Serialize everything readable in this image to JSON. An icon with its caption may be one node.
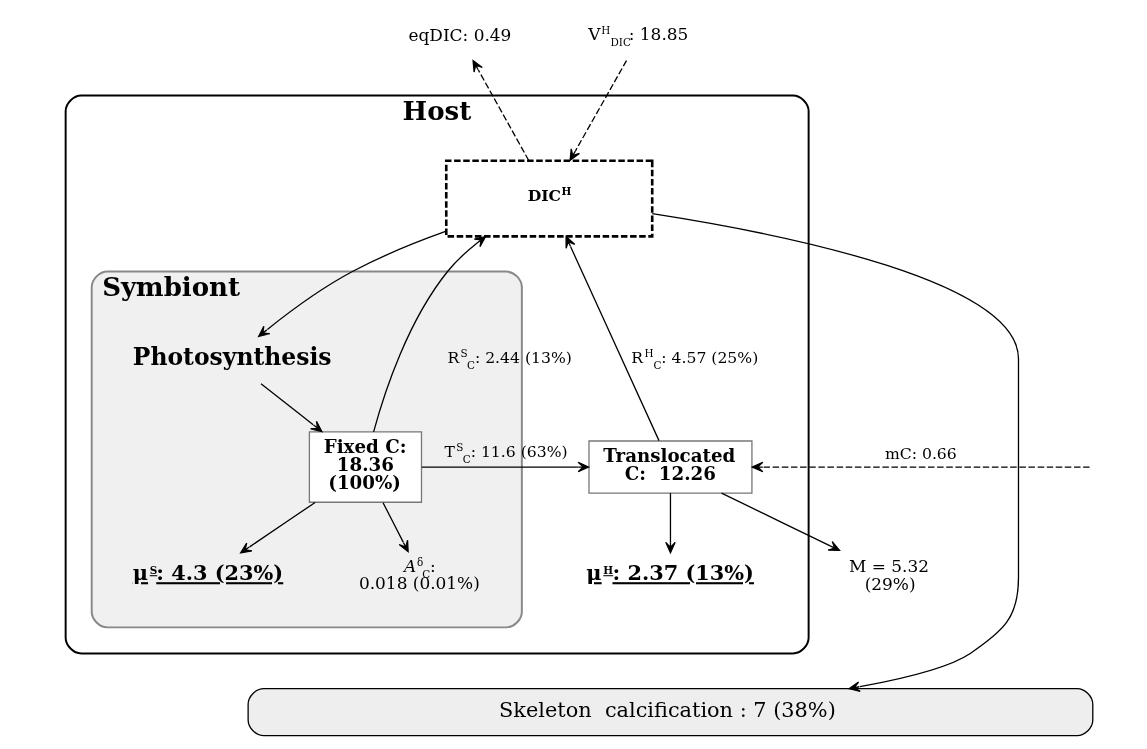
{
  "diagram": {
    "nodes": [
      {
        "text": [
          "Host"
        ]
      },
      {
        "text": [
          "DIC$^{H}$"
        ],
        "in": 0
      },
      {
        "text": [
          "Symbiont"
        ],
        "in": 0
      },
      {
        "text": [
          "Photosynthesis"
        ],
        "in": 2
      },
      {
        "text": [
          "Fixed C: 18.36 (100%)"
        ],
        "in": 2
      },
      {
        "text": [
          "Translocated C:  12.26"
        ],
        "in": 0
      },
      {
        "text": [
          "μ$^{H}$: 2.37 (13%)"
        ],
        "in": 0
      },
      {
        "text": [
          "μ$^{S}$: 4.3 (23%)"
        ],
        "in": 2
      },
      {
        "text": [
          "*A*$^{δ}$$_{C}$: 0.018 (0.01%)"
        ],
        "in": 2
      },
      {
        "text": [
          "M = 5.32 (29%)"
        ]
      },
      {
        "text": [
          "eqDIC: 0.49"
        ]
      },
      {
        "text": [
          "V$^{H}$$_{DIC}$: 18.85"
        ]
      },
      {
        "text": [
          "Skeleton  calcification : 7 (38%)"
        ]
      }
    ],
    "edges": [
      {
        "from": 1,
        "to": 10,
        "arrow": "to",
        "style": "dashed"
      },
      {
        "from": 11,
        "to": 1,
        "arrow": "to",
        "style": "dashed"
      },
      {
        "from": 1,
        "to": 3,
        "arrow": "to"
      },
      {
        "from": 4,
        "to": 1,
        "arrow": "to",
        "label": "R$^{S}$$_{C}$: 2.44 (13%)"
      },
      {
        "from": 3,
        "to": 4,
        "arrow": "to"
      },
      {
        "from": 4,
        "to": 5,
        "arrow": "to",
        "label": "T$^{S}$$_{C}$: 11.6 (63%)"
      },
      {
        "from": null,
        "to": 5,
        "arrow": "to",
        "style": "dashed",
        "label": "mC: 0.66"
      },
      {
        "from": 5,
        "to": 1,
        "arrow": "to",
        "label": "R$^{H}$$_{C}$: 4.57 (25%)"
      },
      {
        "from": 5,
        "to": 9,
        "arrow": "to"
      },
      {
        "from": 5,
        "to": 6,
        "arrow": "to"
      },
      {
        "from": 4,
        "to": 7,
        "arrow": "to"
      },
      {
        "from": 4,
        "to": 8,
        "arrow": "to"
      },
      {
        "from": 1,
        "to": 12,
        "arrow": "to"
      }
    ]
  }
}
